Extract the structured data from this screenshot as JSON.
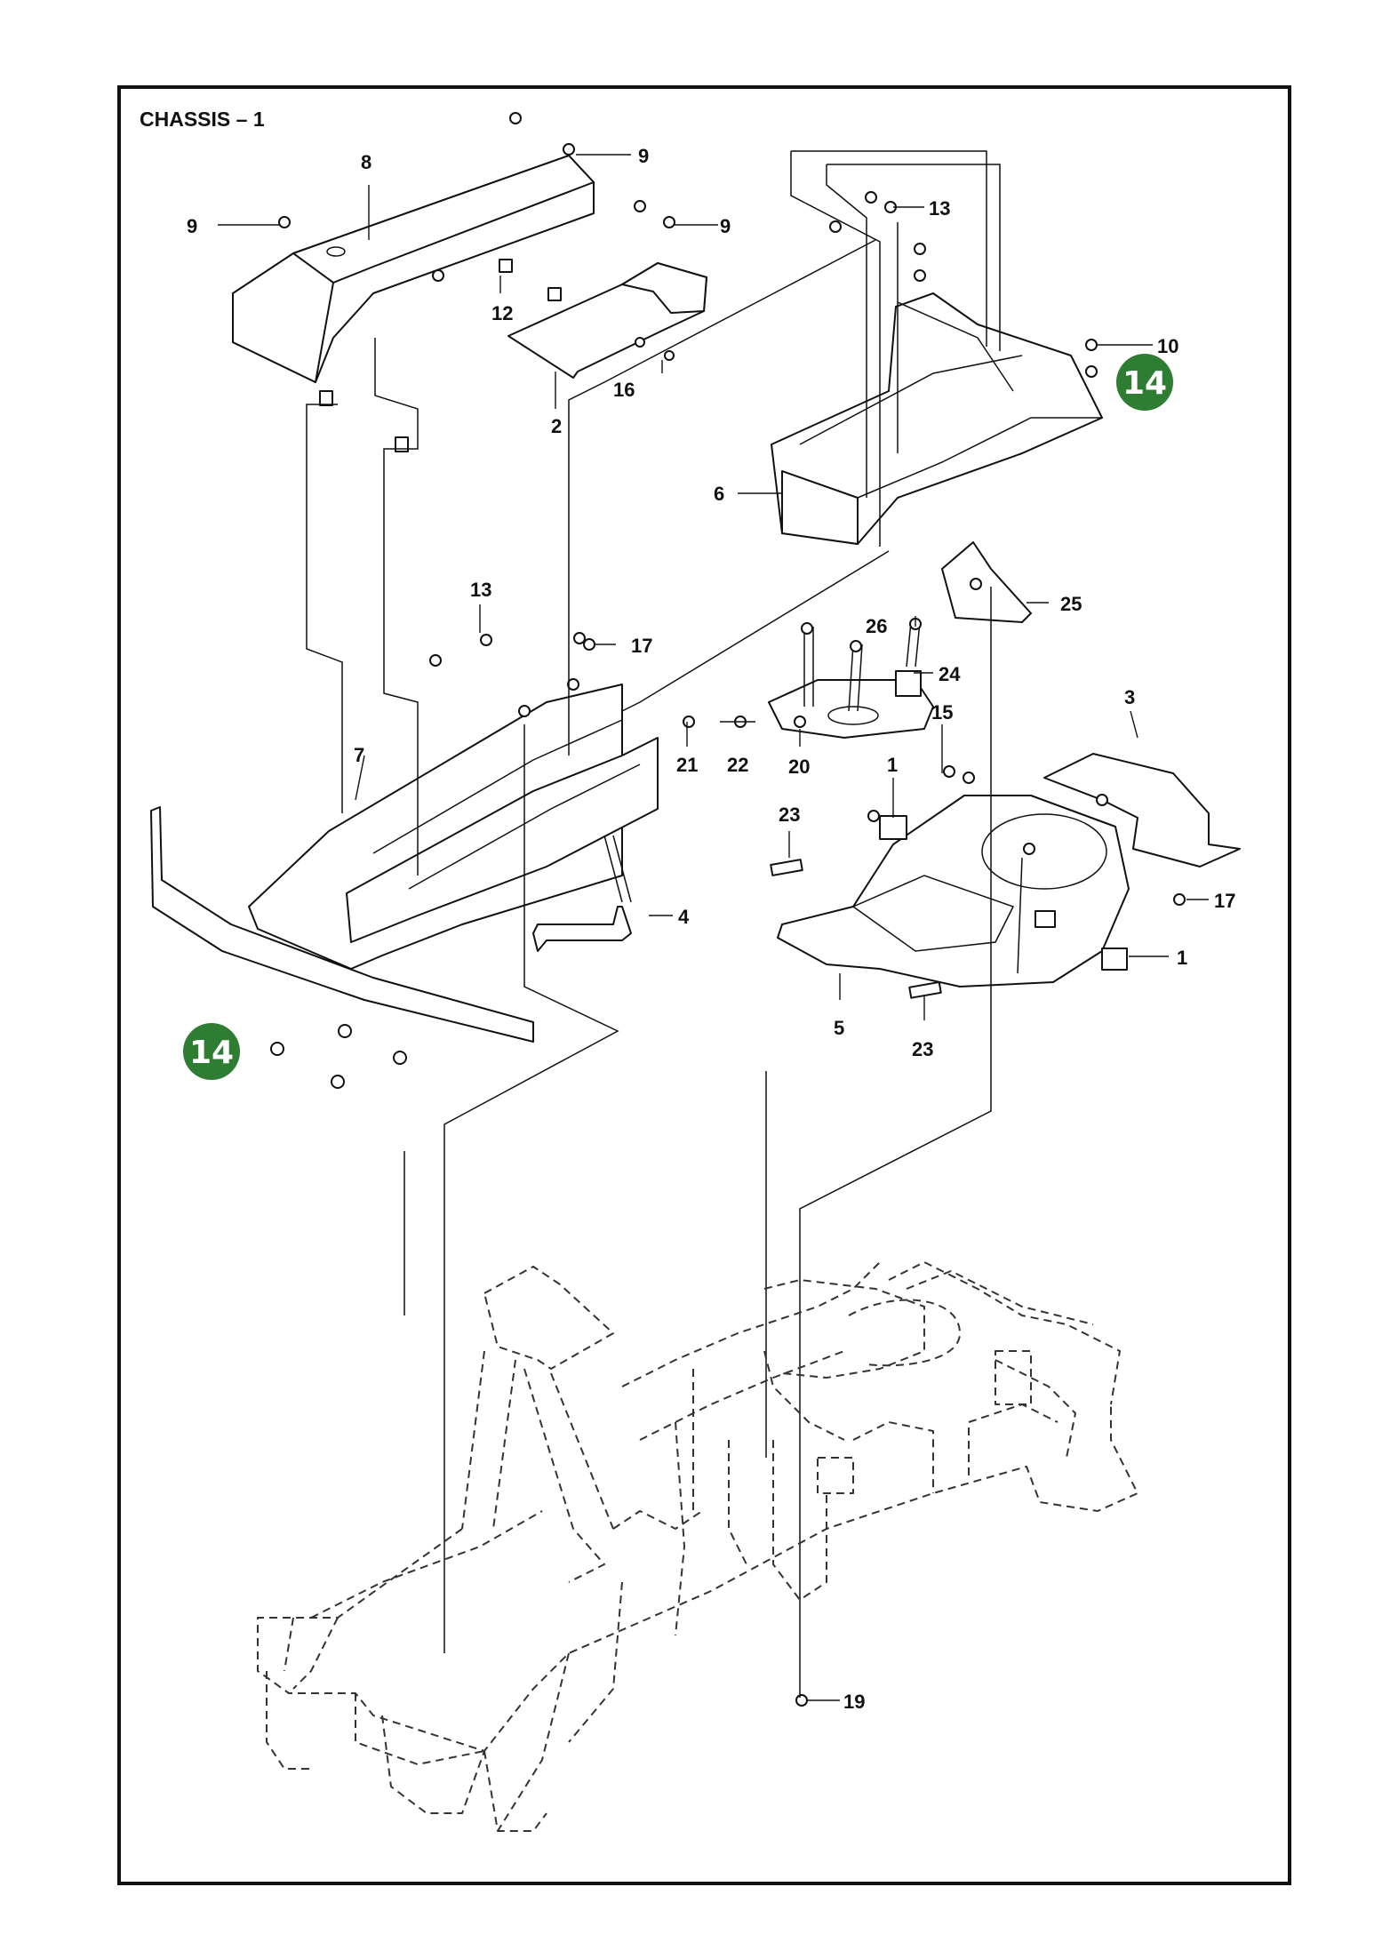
{
  "title": "CHASSIS – 1",
  "colors": {
    "badge": "#2e7d32",
    "line": "#111111",
    "background": "#ffffff"
  },
  "callouts": {
    "c1a": "1",
    "c1b": "1",
    "c2": "2",
    "c3": "3",
    "c4": "4",
    "c5": "5",
    "c6": "6",
    "c7": "7",
    "c8": "8",
    "c9a": "9",
    "c9b": "9",
    "c9c": "9",
    "c10": "10",
    "c12": "12",
    "c13a": "13",
    "c13b": "13",
    "c15": "15",
    "c16": "16",
    "c17a": "17",
    "c17b": "17",
    "c19": "19",
    "c20": "20",
    "c21": "21",
    "c22": "22",
    "c23a": "23",
    "c23b": "23",
    "c24": "24",
    "c25": "25",
    "c26": "26"
  },
  "badges": {
    "b14a": "14",
    "b14b": "14"
  }
}
